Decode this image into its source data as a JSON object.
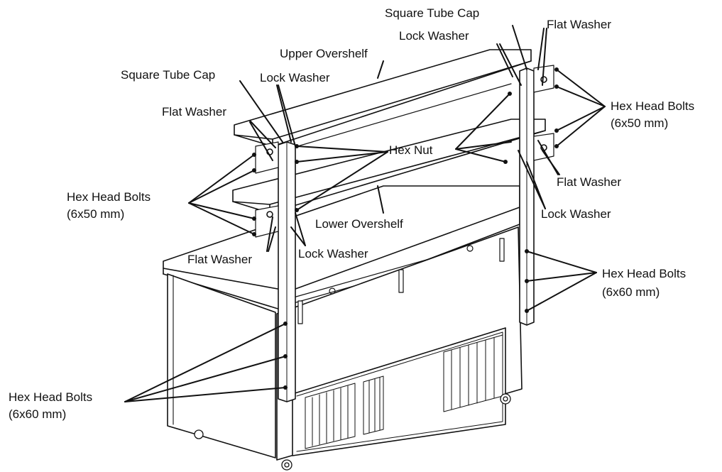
{
  "labels": {
    "square_tube_cap_top": "Square Tube Cap",
    "lock_washer_top_right": "Lock Washer",
    "flat_washer_top_right": "Flat Washer",
    "upper_overshelf": "Upper Overshelf",
    "square_tube_cap_left": "Square Tube Cap",
    "lock_washer_left": "Lock Washer",
    "flat_washer_left_upper": "Flat Washer",
    "hex_nut": "Hex Nut",
    "hex_head_bolts_right_upper": "Hex Head Bolts",
    "hex_head_bolts_right_upper_size": "(6x50 mm)",
    "flat_washer_right_mid": "Flat Washer",
    "hex_head_bolts_left_upper": "Hex Head Bolts",
    "hex_head_bolts_left_upper_size": "(6x50 mm)",
    "lower_overshelf": "Lower Overshelf",
    "lock_washer_right_mid": "Lock Washer",
    "flat_washer_left_lower": "Flat Washer",
    "lock_washer_left_lower": "Lock Washer",
    "hex_head_bolts_right_lower": "Hex Head Bolts",
    "hex_head_bolts_right_lower_size": "(6x60 mm)",
    "hex_head_bolts_left_lower": "Hex Head Bolts",
    "hex_head_bolts_left_lower_size": "(6x60 mm)"
  }
}
